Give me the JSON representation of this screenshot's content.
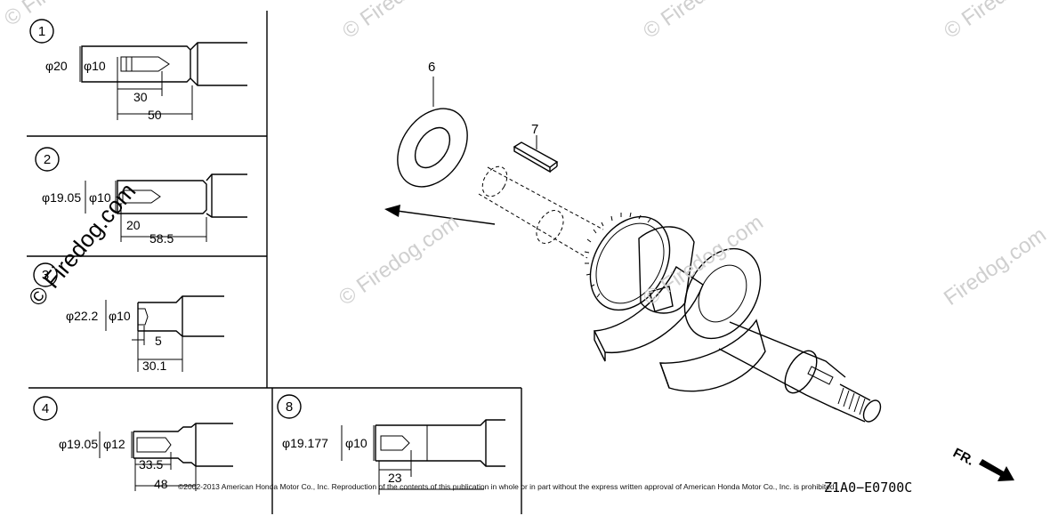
{
  "watermarks": {
    "top_left": "© Firedog.com",
    "top_mid": "© Firedog.com",
    "top_right": "© Firedog.com",
    "vertical": "© Firedog.com",
    "center": "© Firedog.com",
    "center_right": "© Firedog.com",
    "right": "© Firedog.com",
    "mid_small": "Firedog.com"
  },
  "callouts": {
    "washer": "6",
    "key": "7"
  },
  "variants": [
    {
      "index": "1",
      "outer_dia": "φ20",
      "inner_dia": "φ10",
      "dim_a": "30",
      "dim_b": "50"
    },
    {
      "index": "2",
      "outer_dia": "φ19.05",
      "inner_dia": "φ10",
      "dim_a": "20",
      "dim_b": "58.5"
    },
    {
      "index": "3",
      "outer_dia": "φ22.2",
      "inner_dia": "φ10",
      "dim_a": "5",
      "dim_b": "30.1"
    },
    {
      "index": "4",
      "outer_dia": "φ19.05",
      "inner_dia": "φ12",
      "dim_a": "33.5",
      "dim_b": "48"
    },
    {
      "index": "8",
      "outer_dia": "φ19.177",
      "inner_dia": "φ10",
      "dim_a": "23",
      "dim_b": ""
    }
  ],
  "copyright": "©2002-2013 American Honda Motor Co., Inc. Reproduction of the contents of this publication in whole or in part without the express written approval of American Honda Motor Co., Inc. is prohibited.",
  "diagram_code": "Z1A0−E0700C",
  "front_label": "FR."
}
